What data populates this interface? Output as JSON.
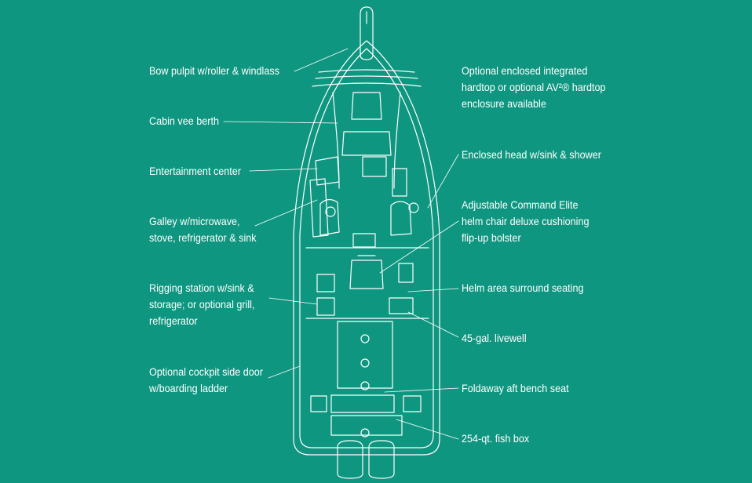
{
  "labels": [
    {
      "id": "bow-pulpit",
      "side": "left",
      "lines": [
        "Bow pulpit w/roller & windlass"
      ]
    },
    {
      "id": "cabin-vee-berth",
      "side": "left",
      "lines": [
        "Cabin vee berth"
      ]
    },
    {
      "id": "entertainment-center",
      "side": "left",
      "lines": [
        "Entertainment center"
      ]
    },
    {
      "id": "galley",
      "side": "left",
      "lines": [
        "Galley w/microwave,",
        "stove, refrigerator & sink"
      ]
    },
    {
      "id": "rigging-station",
      "side": "left",
      "lines": [
        "Rigging station w/sink &",
        "storage; or optional grill,",
        "refrigerator"
      ]
    },
    {
      "id": "cockpit-side-door",
      "side": "left",
      "lines": [
        "Optional cockpit side door",
        "w/boarding ladder"
      ]
    },
    {
      "id": "hardtop",
      "side": "right",
      "lines": [
        "Optional enclosed integrated",
        "hardtop or optional AV²® hardtop",
        "enclosure available"
      ]
    },
    {
      "id": "enclosed-head",
      "side": "right",
      "lines": [
        "Enclosed head w/sink & shower"
      ]
    },
    {
      "id": "helm-chair",
      "side": "right",
      "lines": [
        "Adjustable Command Elite",
        "helm chair deluxe cushioning",
        "flip-up bolster"
      ]
    },
    {
      "id": "helm-seating",
      "side": "right",
      "lines": [
        "Helm area surround seating"
      ]
    },
    {
      "id": "livewell",
      "side": "right",
      "lines": [
        "45-gal. livewell"
      ]
    },
    {
      "id": "aft-bench",
      "side": "right",
      "lines": [
        "Foldaway aft bench seat"
      ]
    },
    {
      "id": "fish-box",
      "side": "right",
      "lines": [
        "254-qt. fish box"
      ]
    }
  ],
  "colors": {
    "background": "#0f9680",
    "linework": "#ffffff"
  }
}
